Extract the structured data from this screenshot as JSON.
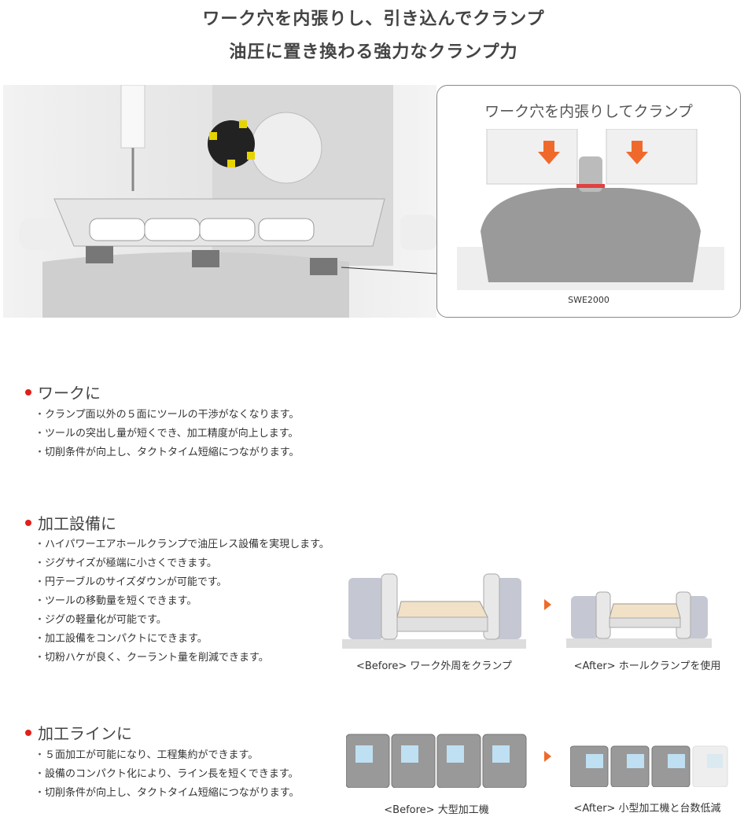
{
  "header": {
    "line1": "ワーク穴を内張りし、引き込んでクランプ",
    "line2": "油圧に置き換わる強力なクランプ力"
  },
  "inset": {
    "title": "ワーク穴を内張りしてクランプ",
    "model": "SWE2000"
  },
  "sections": [
    {
      "heading": "ワークに",
      "items": [
        "クランプ面以外の５面にツールの干渉がなくなります。",
        "ツールの突出し量が短くでき、加工精度が向上します。",
        "切削条件が向上し、タクトタイム短縮につながります。"
      ]
    },
    {
      "heading": "加工設備に",
      "items": [
        "ハイパワーエアホールクランプで油圧レス設備を実現します。",
        "ジグサイズが極端に小さくできます。",
        "円テーブルのサイズダウンが可能です。",
        "ツールの移動量を短くできます。",
        "ジグの軽量化が可能です。",
        "加工設備をコンパクトにできます。",
        "切粉ハケが良く、クーラント量を削減できます。"
      ],
      "before_caption": "<Before> ワーク外周をクランプ",
      "after_caption": "<After> ホールクランプを使用"
    },
    {
      "heading": "加工ラインに",
      "items": [
        "５面加工が可能になり、工程集約ができます。",
        "設備のコンパクト化により、ライン長を短くできます。",
        "切削条件が向上し、タクトタイム短縮につながります。"
      ],
      "before_caption": "<Before> 大型加工機",
      "after_caption": "<After> 小型加工機と台数低減"
    }
  ],
  "colors": {
    "accent": "#e0201b",
    "arrow": "#ef6a2a"
  }
}
